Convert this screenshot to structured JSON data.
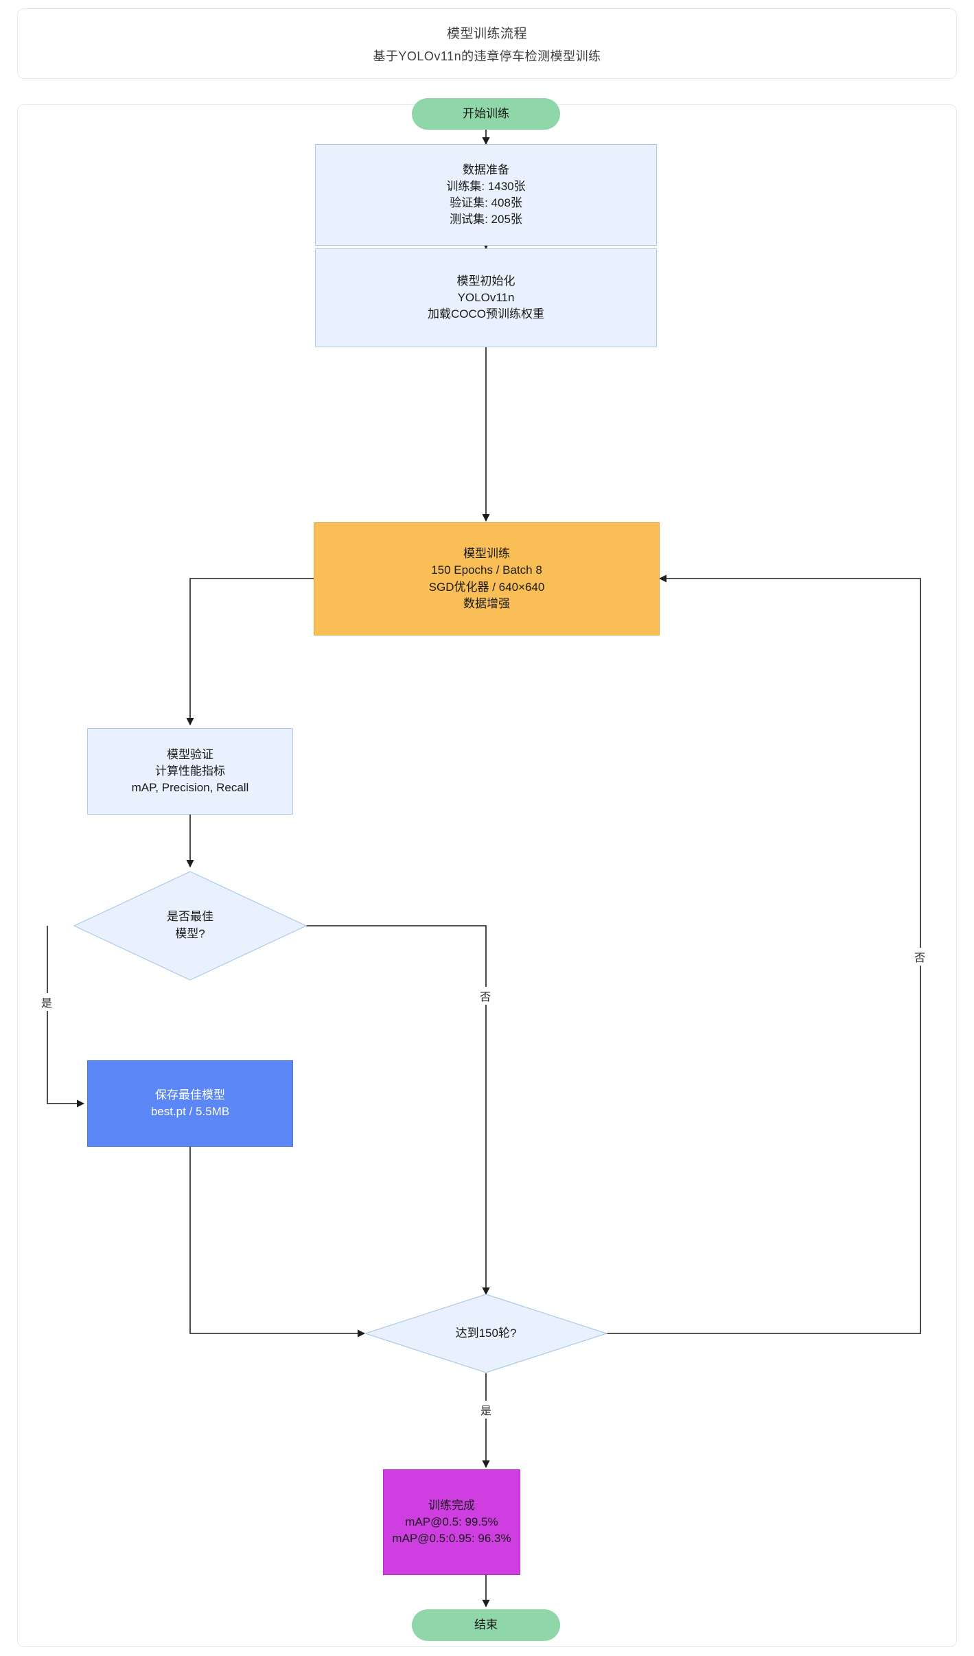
{
  "header": {
    "title": "模型训练流程",
    "subtitle": "基于YOLOv11n的违章停车检测模型训练"
  },
  "flowchart": {
    "type": "flowchart",
    "direction": "top-down",
    "nodes": [
      {
        "id": "start",
        "shape": "pill",
        "color": "#8fd6a9",
        "lines": [
          "开始训练"
        ]
      },
      {
        "id": "data-prep",
        "shape": "rect",
        "color": "#e8f1fd",
        "lines": [
          "数据准备",
          "训练集: 1430张",
          "验证集: 408张",
          "测试集: 205张"
        ]
      },
      {
        "id": "model-init",
        "shape": "rect",
        "color": "#e8f1fd",
        "lines": [
          "模型初始化",
          "YOLOv11n",
          "加载COCO预训练权重"
        ]
      },
      {
        "id": "model-train",
        "shape": "rect",
        "color": "#f9bf56",
        "lines": [
          "模型训练",
          "150 Epochs / Batch 8",
          "SGD优化器 / 640×640",
          "数据增强"
        ]
      },
      {
        "id": "model-validate",
        "shape": "rect",
        "color": "#e8f1fd",
        "lines": [
          "模型验证",
          "计算性能指标",
          "mAP, Precision, Recall"
        ]
      },
      {
        "id": "is-best",
        "shape": "diamond",
        "color": "#e8f1fd",
        "lines": [
          "是否最佳",
          "模型?"
        ]
      },
      {
        "id": "save-best",
        "shape": "rect",
        "color": "#5b86f5",
        "lines": [
          "保存最佳模型",
          "best.pt / 5.5MB"
        ]
      },
      {
        "id": "reached-150",
        "shape": "diamond",
        "color": "#e8f1fd",
        "lines": [
          "达到150轮?"
        ]
      },
      {
        "id": "train-done",
        "shape": "rect",
        "color": "#ce3ee0",
        "lines": [
          "训练完成",
          "mAP@0.5: 99.5%",
          "mAP@0.5:0.95: 96.3%"
        ]
      },
      {
        "id": "end",
        "shape": "pill",
        "color": "#8fd6a9",
        "lines": [
          "结束"
        ]
      }
    ],
    "edges": [
      {
        "from": "start",
        "to": "data-prep",
        "label": ""
      },
      {
        "from": "data-prep",
        "to": "model-init",
        "label": ""
      },
      {
        "from": "model-init",
        "to": "model-train",
        "label": ""
      },
      {
        "from": "model-train",
        "to": "model-validate",
        "label": ""
      },
      {
        "from": "model-validate",
        "to": "is-best",
        "label": ""
      },
      {
        "from": "is-best",
        "to": "save-best",
        "label": "是"
      },
      {
        "from": "is-best",
        "to": "reached-150",
        "label": "否"
      },
      {
        "from": "save-best",
        "to": "reached-150",
        "label": ""
      },
      {
        "from": "reached-150",
        "to": "model-train",
        "label": "否"
      },
      {
        "from": "reached-150",
        "to": "train-done",
        "label": "是"
      },
      {
        "from": "train-done",
        "to": "end",
        "label": ""
      }
    ],
    "edge_labels": {
      "is_best_yes": "是",
      "is_best_no": "否",
      "reached_no": "否",
      "reached_yes": "是"
    }
  }
}
